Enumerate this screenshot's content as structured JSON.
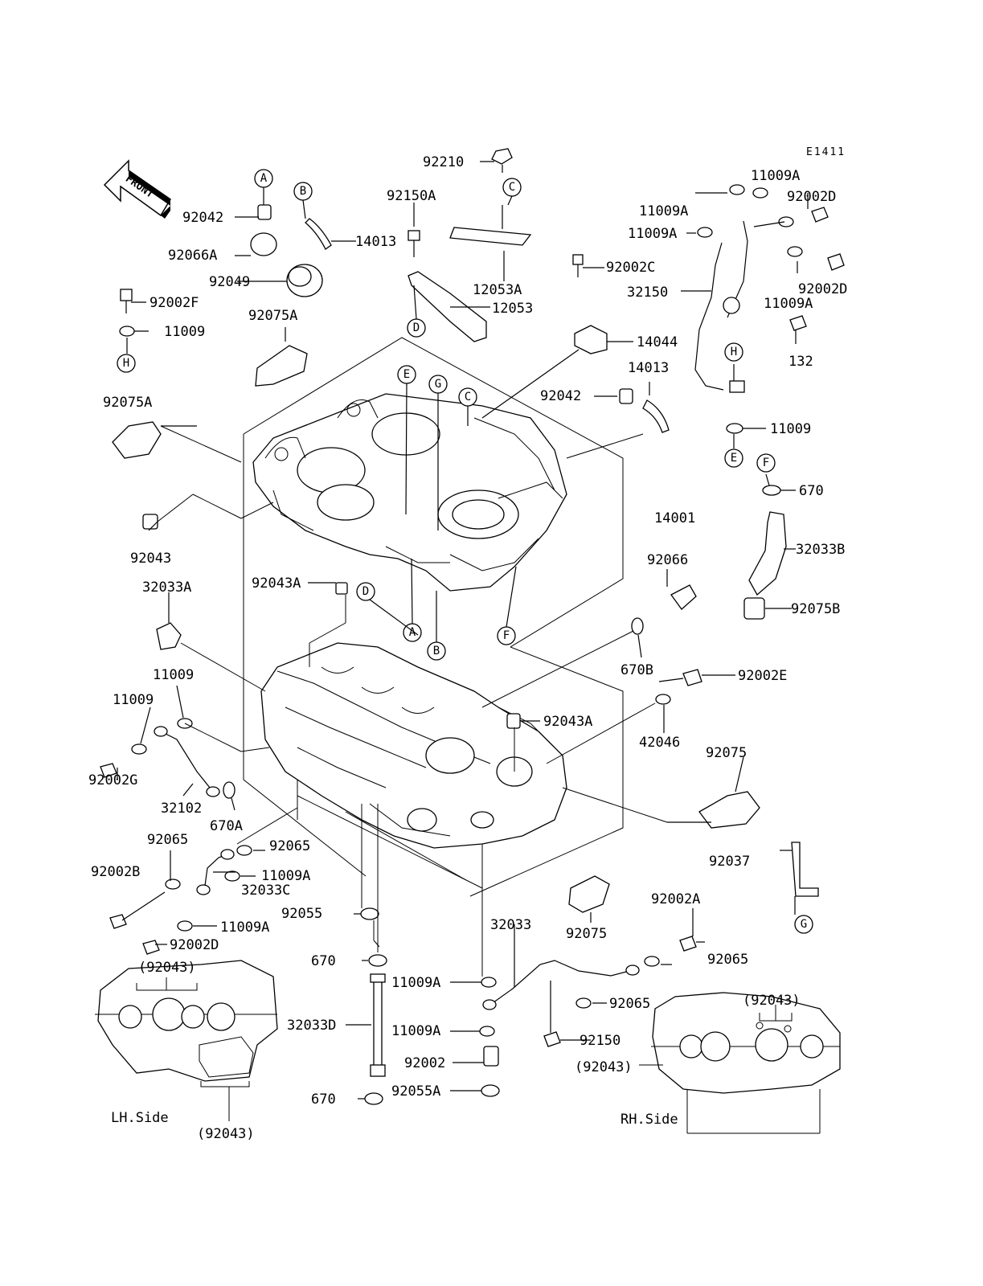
{
  "diagram_code": "E1411",
  "front_label": "FRONT",
  "side_labels": {
    "lh": "LH.Side",
    "rh": "RH.Side"
  },
  "labels": [
    "92210",
    "92150A",
    "11009A",
    "92002D",
    "11009A",
    "11009A",
    "92042",
    "14013",
    "12053A",
    "92002C",
    "92066A",
    "92049",
    "12053",
    "32150",
    "92002D",
    "11009A",
    "92002F",
    "11009",
    "92075A",
    "14044",
    "132",
    "14013",
    "92042",
    "92075A",
    "11009",
    "670",
    "14001",
    "32033B",
    "92043",
    "92066",
    "92075B",
    "32033A",
    "92043A",
    "670B",
    "92002E",
    "11009",
    "11009",
    "92043A",
    "42046",
    "92002G",
    "32102",
    "670A",
    "92075",
    "92065",
    "92065",
    "92037",
    "92002B",
    "11009A",
    "32033C",
    "92055",
    "11009A",
    "92002A",
    "32033",
    "92075",
    "92002D",
    "(92043)",
    "92065",
    "670",
    "11009A",
    "92065",
    "(92043)",
    "32033D",
    "11009A",
    "92150",
    "92002",
    "(92043)",
    "670",
    "92055A",
    "LH.Side",
    "(92043)",
    "RH.Side"
  ],
  "ref_letters": [
    "A",
    "B",
    "C",
    "D",
    "H",
    "E",
    "G",
    "C",
    "H",
    "E",
    "F",
    "A",
    "B",
    "F",
    "D",
    "G"
  ]
}
